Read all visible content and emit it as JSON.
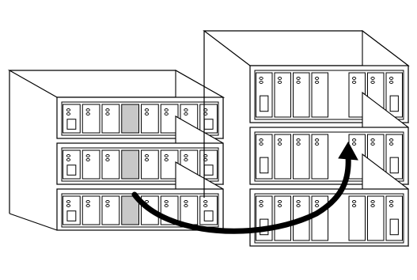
{
  "figure": {
    "colors": {
      "background": "#ffffff",
      "line": "#000000",
      "cabinet": "#ffffff",
      "drive_empty_slot": "#ffffff",
      "drive_fill": "#ffffff",
      "drive_highlight": "#c8c8c8",
      "arrow": "#000000"
    },
    "left_stack": {
      "shelves": 3,
      "drives_per_shelf": 8,
      "highlighted_drive_index": 3
    },
    "right_stack": {
      "shelves": 3,
      "drives_per_shelf": 8,
      "empty_drive_index": 4
    },
    "arrow": {
      "from": "left-stack-highlighted-column",
      "to": "right-stack-empty-slot",
      "style": "curved"
    }
  }
}
